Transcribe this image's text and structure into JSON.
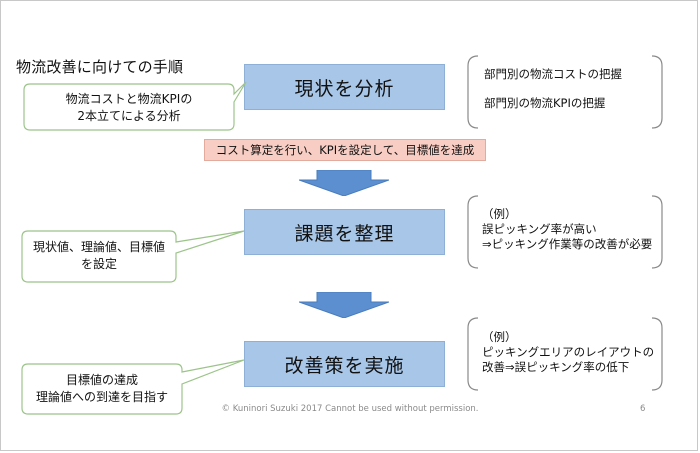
{
  "title": "物流改善に向けての手順",
  "steps": [
    {
      "label": "現状を分析"
    },
    {
      "label": "課題を整理"
    },
    {
      "label": "改善策を実施"
    }
  ],
  "callouts": [
    {
      "lines": [
        "物流コストと物流KPIの",
        "2本立てによる分析"
      ]
    },
    {
      "lines": [
        "現状値、理論値、目標値",
        "を設定"
      ]
    },
    {
      "lines": [
        "目標値の達成",
        "理論値への到達を目指す"
      ]
    }
  ],
  "side_notes": [
    {
      "lines": [
        "部門別の物流コストの把握",
        "部門別の物流KPIの把握"
      ]
    },
    {
      "lines": [
        "（例）",
        "誤ピッキング率が高い",
        "⇒ピッキング作業等の改善が必要"
      ]
    },
    {
      "lines": [
        "（例）",
        "ピッキングエリアのレイアウトの",
        "改善⇒誤ピッキング率の低下"
      ]
    }
  ],
  "pink_note": "コスト算定を行い、KPIを設定して、目標値を達成",
  "footer": "© Kuninori Suzuki 2017 Cannot be used without permission.",
  "page_number": "6",
  "colors": {
    "step_fill": "#a8c6e8",
    "arrow_fill": "#5b8fd0",
    "callout_border": "#9cc48a",
    "pink_fill": "#f8cdc3",
    "brace": "#8a8a8a"
  }
}
